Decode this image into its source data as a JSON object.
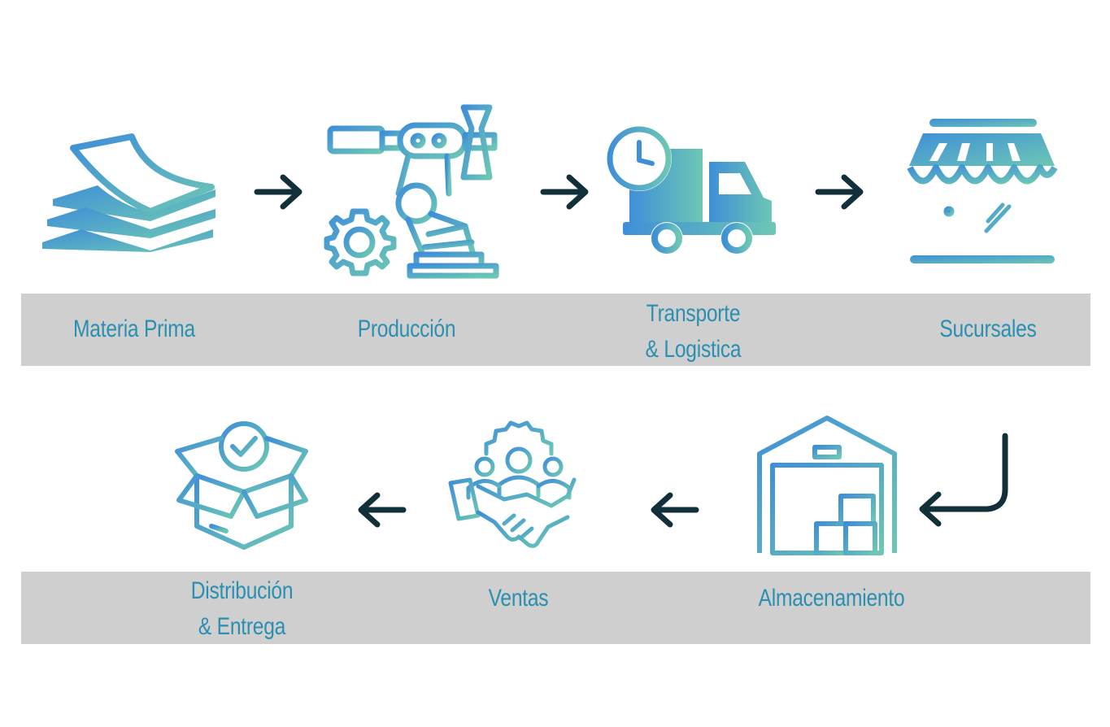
{
  "colors": {
    "gradient_start": "#3f8fd8",
    "gradient_end": "#6cc7b4",
    "arrow": "#12303a",
    "band": "#cfcfcf",
    "label": "#2a8fb0"
  },
  "steps": [
    {
      "id": "materia-prima",
      "label": "Materia Prima",
      "icon": "paper-stack-icon"
    },
    {
      "id": "produccion",
      "label": "Producción",
      "icon": "robotic-arm-icon"
    },
    {
      "id": "transporte",
      "label": "Transporte\n& Logistica",
      "icon": "delivery-truck-clock-icon"
    },
    {
      "id": "sucursales",
      "label": "Sucursales",
      "icon": "storefront-icon"
    },
    {
      "id": "almacenamiento",
      "label": "Almacenamiento",
      "icon": "warehouse-icon"
    },
    {
      "id": "ventas",
      "label": "Ventas",
      "icon": "handshake-team-icon"
    },
    {
      "id": "distribucion",
      "label": "Distribución\n& Entrega",
      "icon": "open-box-check-icon"
    }
  ]
}
